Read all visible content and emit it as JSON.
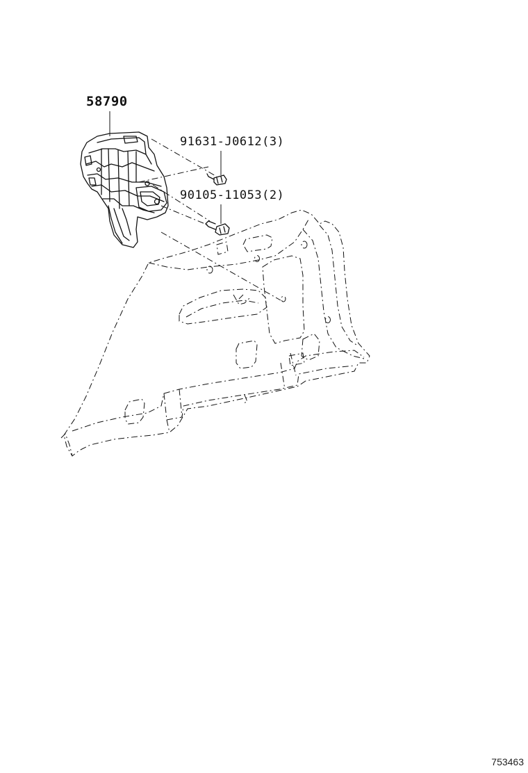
{
  "labels": {
    "main_part": "58790",
    "screw_part": "91631-J0612(3)",
    "bolt_part": "90105-11053(2)"
  },
  "reference_id": "753463",
  "colors": {
    "line": "#111111",
    "background": "#ffffff"
  }
}
